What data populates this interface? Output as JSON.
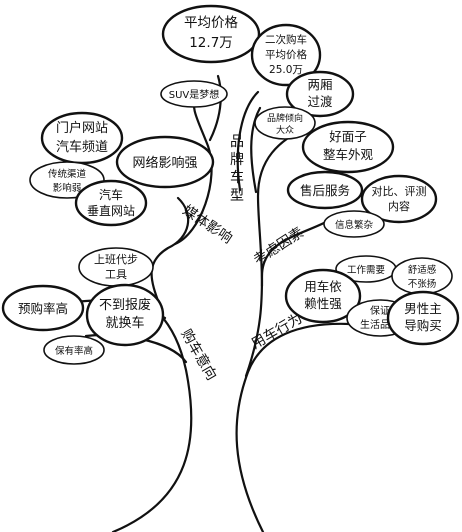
{
  "trunk_labels": {
    "brand_model": "品牌车型",
    "media_influence": "媒体影响",
    "considerations": "考虑因素",
    "purchase_intent": "购车意向",
    "usage_behavior": "用车行为"
  },
  "bubbles": {
    "avg_price": [
      "平均价格",
      "12.7万"
    ],
    "used_car_avg_price": [
      "二次购车",
      "平均价格",
      "25.0万"
    ],
    "suv_dream": [
      "SUV是梦想"
    ],
    "two_box_outdated": [
      "两厢",
      "过渡"
    ],
    "brand_tendency_public": [
      "品牌倾向",
      "大众"
    ],
    "portal_sites": [
      "门户网站",
      "汽车频道"
    ],
    "network_influence": [
      "网络影响强"
    ],
    "traditional_channels_weak": [
      "传统渠道",
      "影响弱"
    ],
    "auto_vertical_sites": [
      "汽车",
      "垂直网站"
    ],
    "good_looks": [
      "好面子",
      "整车外观"
    ],
    "after_sales": [
      "售后服务"
    ],
    "compare_reviews": [
      "对比、评测",
      "内容"
    ],
    "info_overload": [
      "信息繁杂"
    ],
    "commute_tool": [
      "上班代步",
      "工具"
    ],
    "purchase_rate_high": [
      "预购率高"
    ],
    "replace_before_scrap": [
      "不到报废",
      "就换车"
    ],
    "ownership_rate_high": [
      "保有率高"
    ],
    "work_needs": [
      "工作需要"
    ],
    "comfort_low_key": [
      "舒适感",
      "不张扬"
    ],
    "car_dependency": [
      "用车依",
      "赖性强"
    ],
    "quality_of_life": [
      "保证",
      "生活品质"
    ],
    "male_led_purchase": [
      "男性主",
      "导购买"
    ]
  }
}
